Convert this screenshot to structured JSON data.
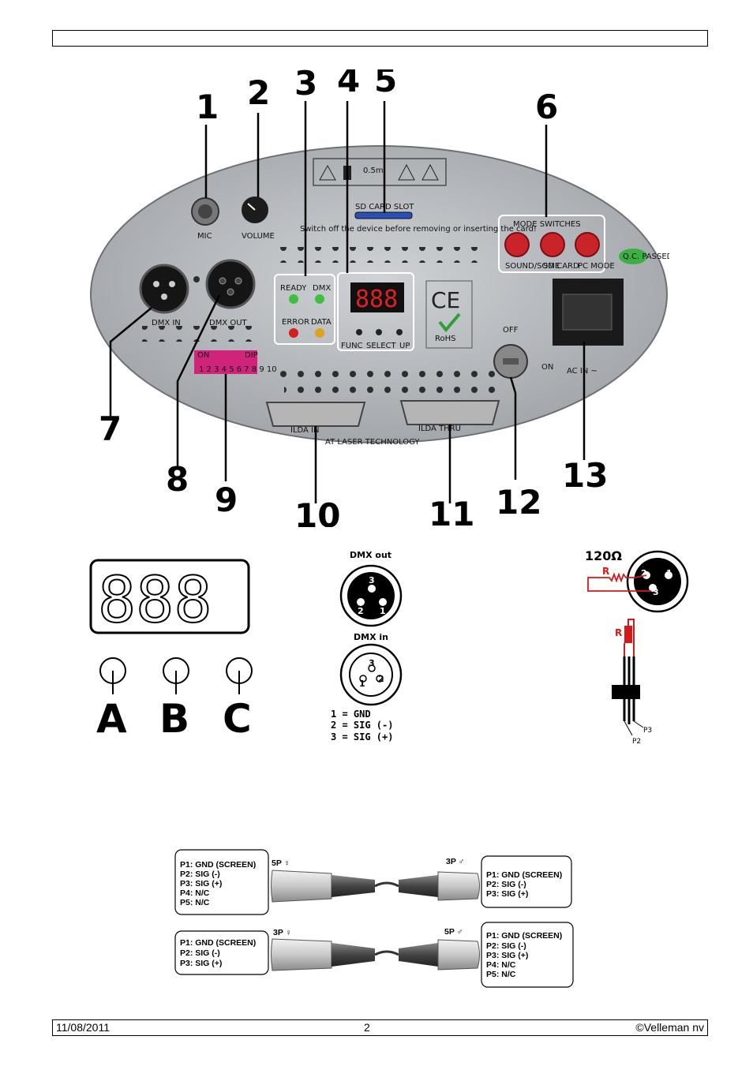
{
  "footer": {
    "date": "11/08/2011",
    "page": "2",
    "copyright": "©Velleman nv"
  },
  "panel": {
    "callouts": [
      "1",
      "2",
      "3",
      "4",
      "5",
      "6",
      "7",
      "8",
      "9",
      "10",
      "11",
      "12",
      "13"
    ],
    "labels": {
      "mic": "MIC",
      "volume": "VOLUME",
      "sd_slot": "SD CARD SLOT",
      "sd_warning": "Switch off the device before removing or inserting the card!",
      "mode_switches": "MODE SWITCHES",
      "mode_sound": "SOUND/SOME",
      "mode_sd": "SD CARD",
      "mode_pc": "PC MODE",
      "qc": "Q.C. PASSED",
      "ready": "READY",
      "dmx": "DMX",
      "error": "ERROR",
      "data": "DATA",
      "display": "888",
      "func": "FUNC",
      "select": "SELECT",
      "up": "UP",
      "dmx_in": "DMX IN",
      "dmx_out": "DMX OUT",
      "off": "OFF",
      "on": "ON",
      "ac_in": "AC IN ~",
      "ilda_in": "ILDA IN",
      "ilda_thru": "ILDA THRU",
      "brand": "AT LASER TECHNOLOGY",
      "ce": "CE",
      "rohs": "RoHS",
      "dip_on": "ON",
      "dip": "DIP",
      "dip_numbers": "1 2 3 4 5 6 7 8 9 10",
      "distance": "0.5m"
    }
  },
  "display_panel": {
    "digits": "888",
    "buttons": [
      "A",
      "B",
      "C"
    ]
  },
  "dmx_diagram": {
    "dmx_out_title": "DMX out",
    "dmx_in_title": "DMX in",
    "out_pins": [
      "3",
      "2",
      "1"
    ],
    "in_pins": [
      "3",
      "1",
      "2"
    ],
    "legend": [
      "1 = GND",
      "2 = SIG (-)",
      "3 = SIG (+)"
    ]
  },
  "terminator": {
    "resistance": "120Ω",
    "r_label": "R",
    "pins": [
      "2",
      "1",
      "3"
    ],
    "p3": "P3",
    "p2": "P2"
  },
  "cables": {
    "row1": {
      "left_box": [
        "P1: GND (SCREEN)",
        "P2: SIG (-)",
        "P3: SIG (+)",
        "P4: N/C",
        "P5: N/C"
      ],
      "left_plug": "5P ♀",
      "right_plug": "3P ♂",
      "right_box": [
        "P1: GND (SCREEN)",
        "P2: SIG (-)",
        "P3: SIG (+)"
      ]
    },
    "row2": {
      "left_box": [
        "P1: GND (SCREEN)",
        "P2: SIG (-)",
        "P3: SIG (+)"
      ],
      "left_plug": "3P ♀",
      "right_plug": "5P ♂",
      "right_box": [
        "P1: GND (SCREEN)",
        "P2: SIG (-)",
        "P3: SIG (+)",
        "P4: N/C",
        "P5: N/C"
      ]
    }
  },
  "colors": {
    "panel": "#b9bcc0",
    "led_green": "#3fbf3f",
    "led_red": "#d02020",
    "led_yellow": "#e0a020",
    "button_red": "#c8242a",
    "display_red": "#e02020",
    "resistor_red": "#d81818"
  }
}
